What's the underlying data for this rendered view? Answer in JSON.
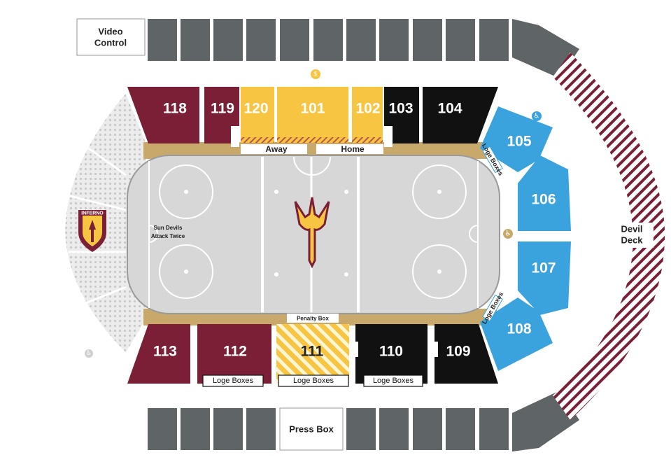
{
  "colors": {
    "maroon": "#7a1f36",
    "gold": "#f7c541",
    "black": "#111111",
    "blue": "#3aa2dc",
    "gray_block": "#5f6466",
    "ice": "#d7d7d7",
    "tan": "#c8a96b",
    "hatch": "#7a1f36"
  },
  "sections": {
    "s118": "118",
    "s119": "119",
    "s120": "120",
    "s101": "101",
    "s102": "102",
    "s103": "103",
    "s104": "104",
    "s105": "105",
    "s106": "106",
    "s107": "107",
    "s108": "108",
    "s109": "109",
    "s110": "110",
    "s111": "111",
    "s112": "112",
    "s113": "113"
  },
  "labels": {
    "video_control_1": "Video",
    "video_control_2": "Control",
    "press_box": "Press Box",
    "away": "Away",
    "home": "Home",
    "penalty_box": "Penalty Box",
    "sun_devils_1": "Sun Devils",
    "sun_devils_2": "Attack Twice",
    "devil_deck_1": "Devil",
    "devil_deck_2": "Deck",
    "loge_boxes": "Loge Boxes",
    "inferno": "INFERNO"
  },
  "icons": {
    "accessible": "wheelchair-icon",
    "concession": "dollar-icon",
    "logo": "pitchfork-logo"
  }
}
